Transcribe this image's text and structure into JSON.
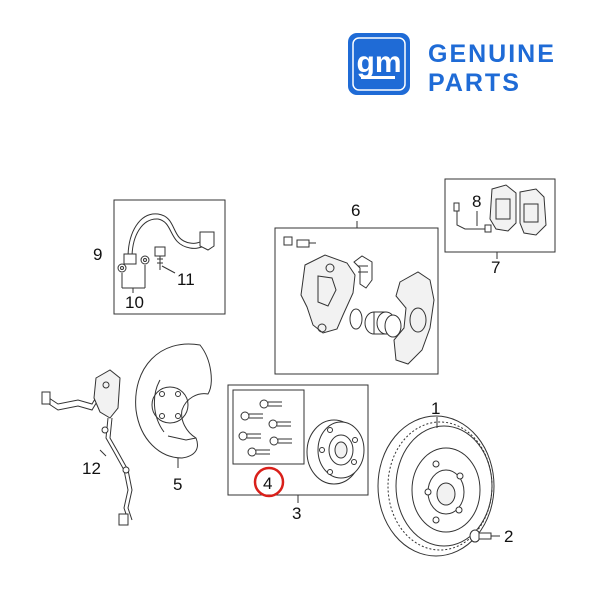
{
  "brand": {
    "logo_text": "gm",
    "name_line1": "GENUINE",
    "name_line2": "PARTS",
    "color": "#1f6bd6"
  },
  "callouts": {
    "c1": "1",
    "c2": "2",
    "c3": "3",
    "c4": "4",
    "c5": "5",
    "c6": "6",
    "c7": "7",
    "c8": "8",
    "c9": "9",
    "c10": "10",
    "c11": "11",
    "c12": "12"
  },
  "highlight": {
    "callout": "4",
    "color": "#d9201a"
  }
}
